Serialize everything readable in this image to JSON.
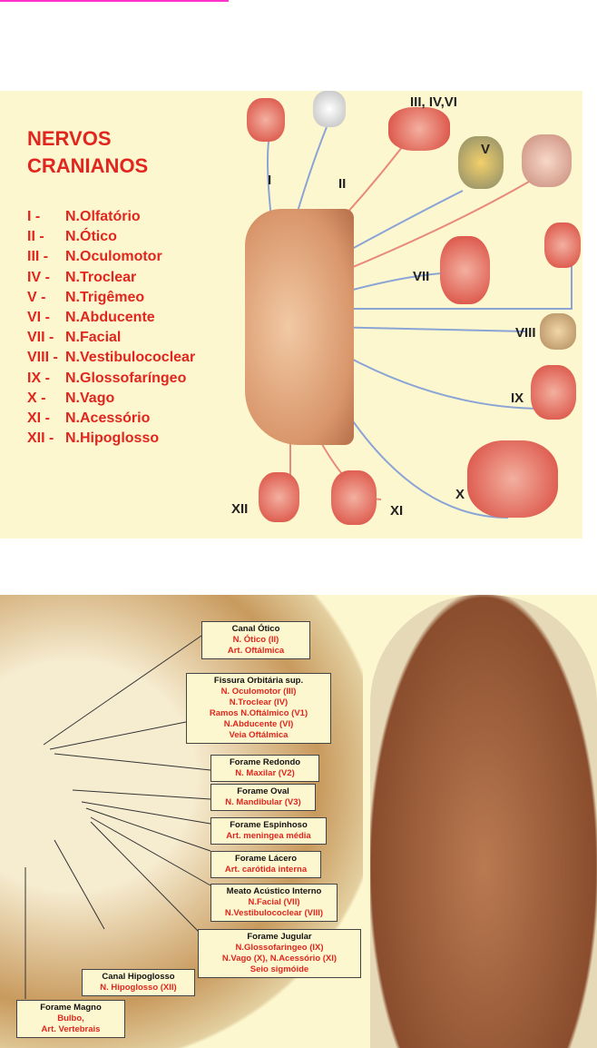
{
  "top": {
    "title": [
      "NERVOS",
      "CRANIANOS"
    ],
    "nerves": [
      {
        "num": "I -",
        "name": "N.Olfatório"
      },
      {
        "num": "II -",
        "name": "N.Ótico"
      },
      {
        "num": "III -",
        "name": "N.Oculomotor"
      },
      {
        "num": "IV -",
        "name": "N.Troclear"
      },
      {
        "num": "V -",
        "name": "N.Trigêmeo"
      },
      {
        "num": "VI -",
        "name": "N.Abducente"
      },
      {
        "num": "VII -",
        "name": "N.Facial"
      },
      {
        "num": "VIII -",
        "name": "N.Vestibulococlear"
      },
      {
        "num": "IX -",
        "name": "N.Glossofaríngeo"
      },
      {
        "num": "X -",
        "name": "N.Vago"
      },
      {
        "num": "XI -",
        "name": "N.Acessório"
      },
      {
        "num": "XII -",
        "name": "N.Hipoglosso"
      }
    ],
    "labels": {
      "i": "I",
      "ii": "II",
      "iii": "III, IV,VI",
      "v": "V",
      "vii": "VII",
      "viii": "VIII",
      "ix": "IX",
      "x": "X",
      "xi": "XI",
      "xii": "XII"
    }
  },
  "bottom": {
    "boxes": [
      {
        "h": "Canal Ótico",
        "r": [
          "N. Ótico (II)",
          "Art. Oftálmica"
        ]
      },
      {
        "h": "Fissura Orbitária sup.",
        "r": [
          "N. Oculomotor (III)",
          "N.Troclear (IV)",
          "Ramos N.Oftálmico (V1)",
          "N.Abducente (VI)",
          "Veia Oftálmica"
        ]
      },
      {
        "h": "Forame Redondo",
        "r": [
          "N. Maxilar (V2)"
        ]
      },
      {
        "h": "Forame Oval",
        "r": [
          "N. Mandibular (V3)"
        ]
      },
      {
        "h": "Forame Espinhoso",
        "r": [
          "Art. meningea média"
        ]
      },
      {
        "h": "Forame Lácero",
        "r": [
          "Art. carótida interna"
        ]
      },
      {
        "h": "Meato Acústico Interno",
        "r": [
          "N.Facial (VII)",
          "N.Vestibulococlear (VIII)"
        ]
      },
      {
        "h": "Forame Jugular",
        "r": [
          "N.Glossofaringeo (IX)",
          "N.Vago (X), N.Acessório (XI)",
          "Seio sigmóide"
        ]
      },
      {
        "h": "Canal Hipoglosso",
        "r": [
          "N. Hipoglosso (XII)"
        ]
      },
      {
        "h": "Forame Magno",
        "r": [
          "Bulbo,",
          "Art. Vertebrais"
        ]
      }
    ]
  }
}
